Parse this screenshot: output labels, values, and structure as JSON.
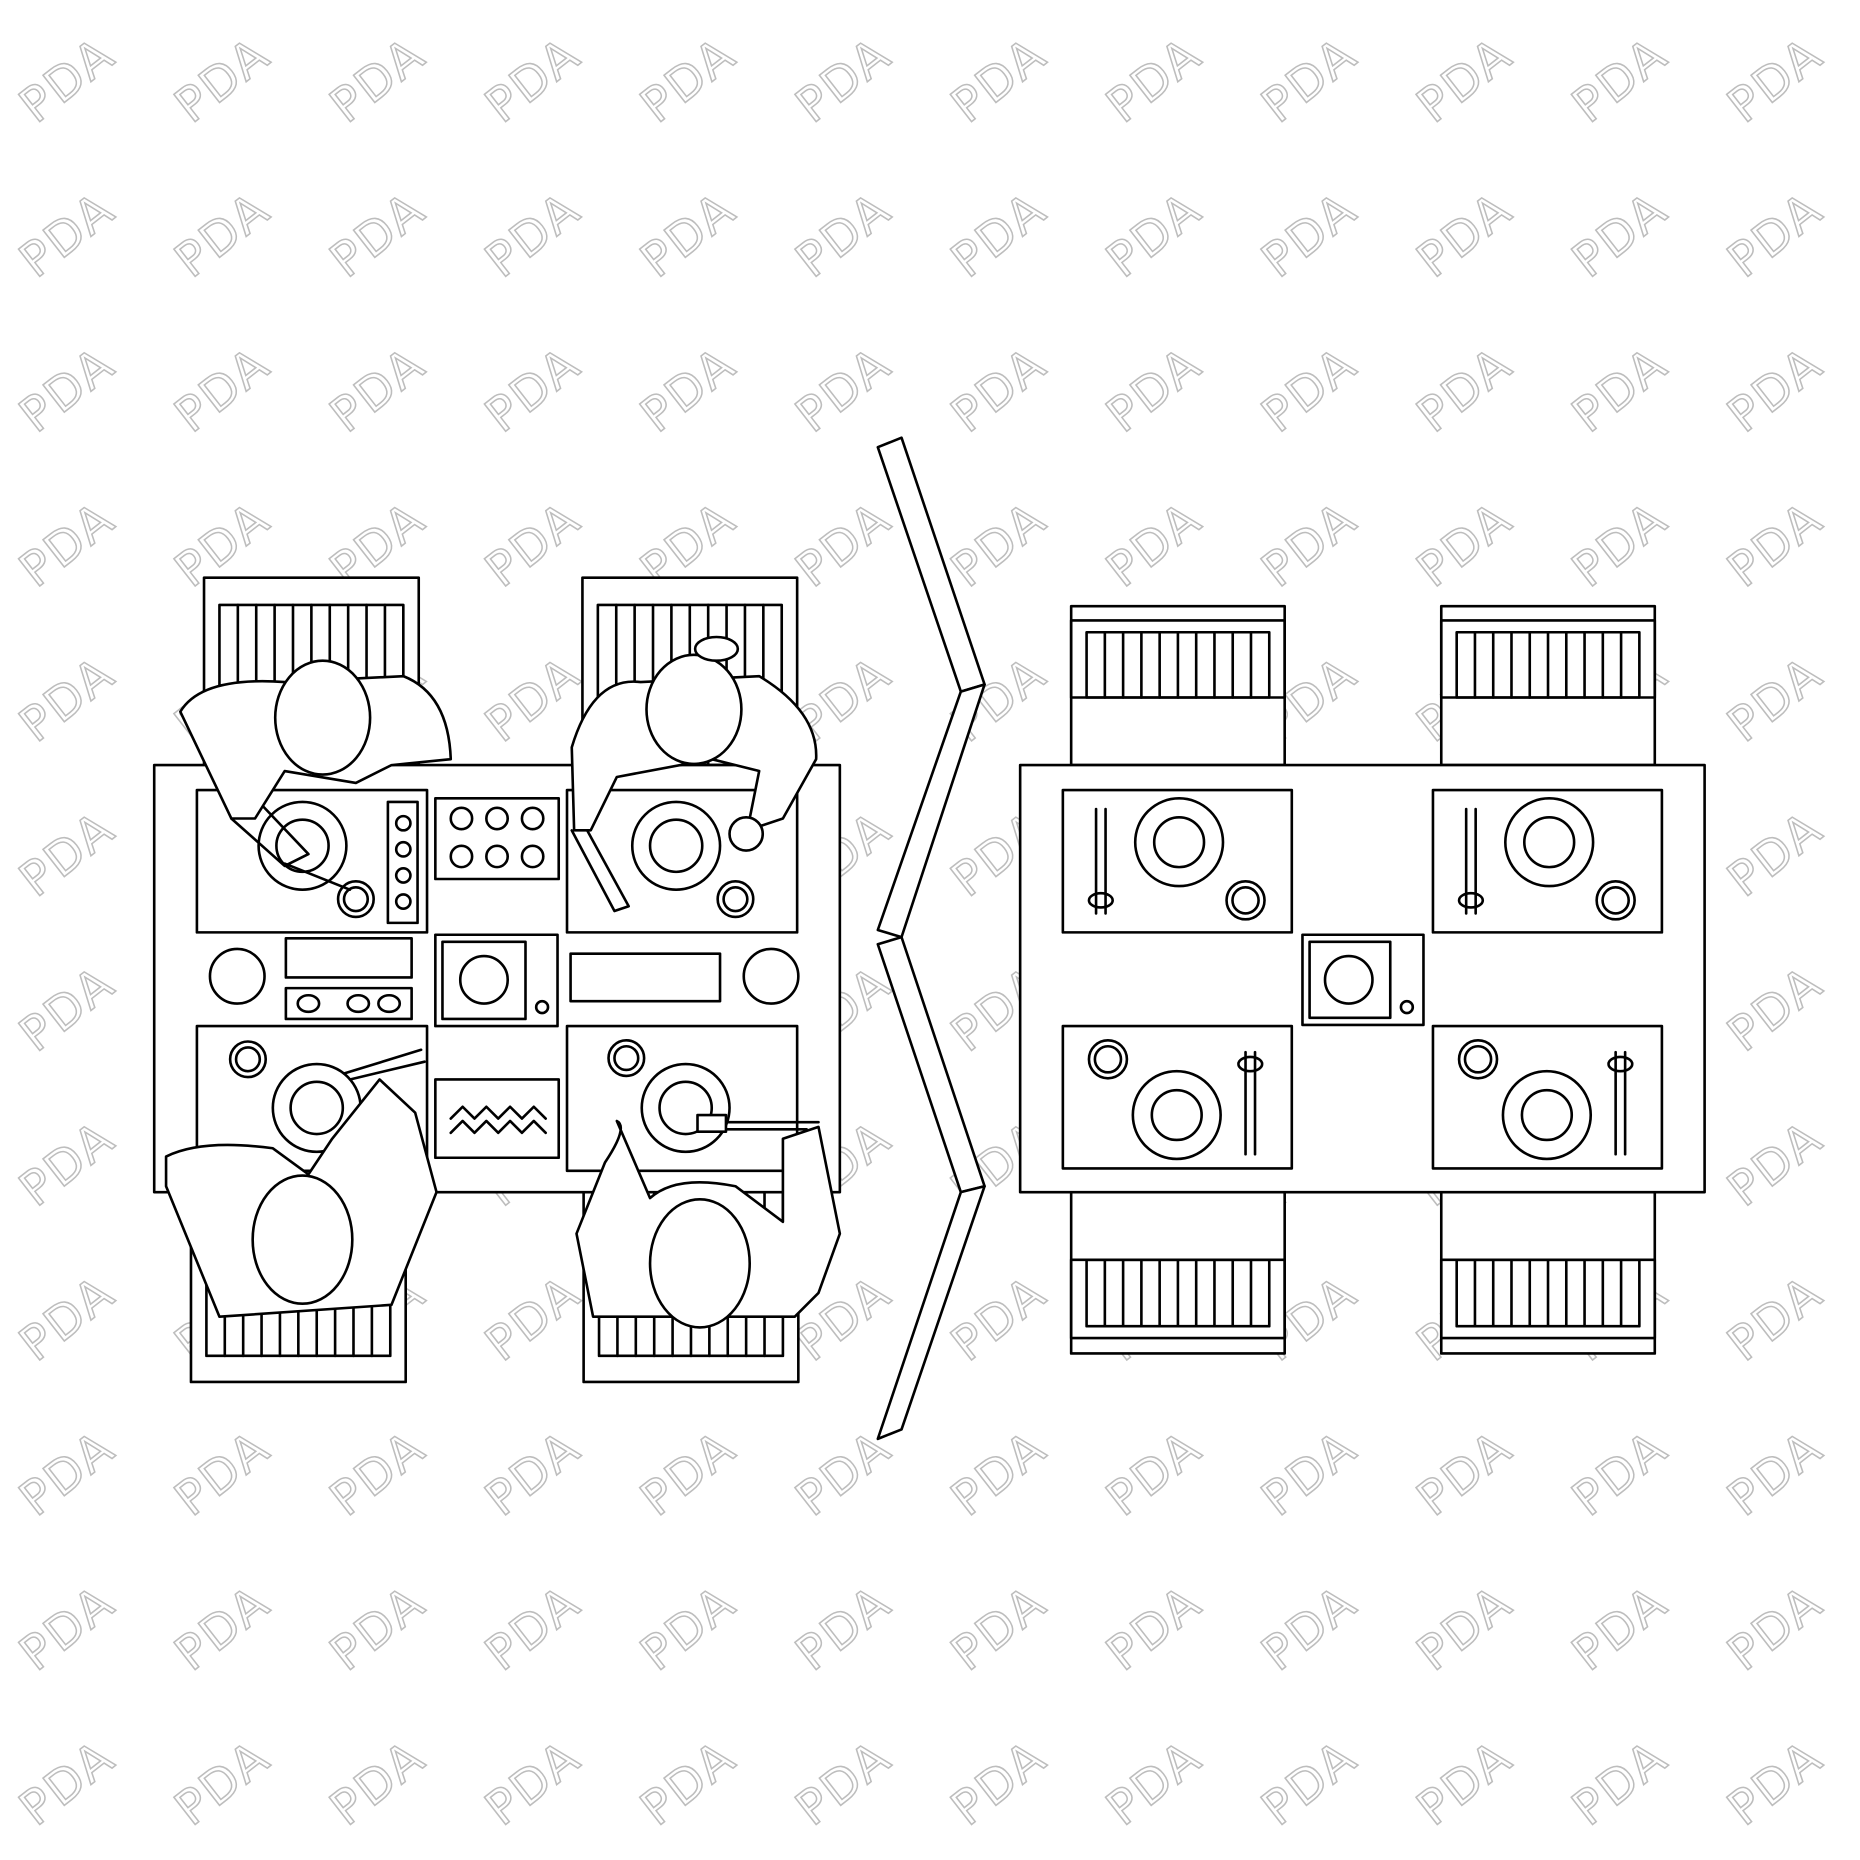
{
  "watermark": {
    "text": "PDA",
    "color": "#bdbdbd"
  },
  "colors": {
    "line": "#000000",
    "background": "#ffffff"
  },
  "scenes": [
    {
      "id": "occupied-table",
      "diners": 4,
      "place_settings": 4
    },
    {
      "id": "empty-table",
      "diners": 0,
      "place_settings": 4
    }
  ]
}
